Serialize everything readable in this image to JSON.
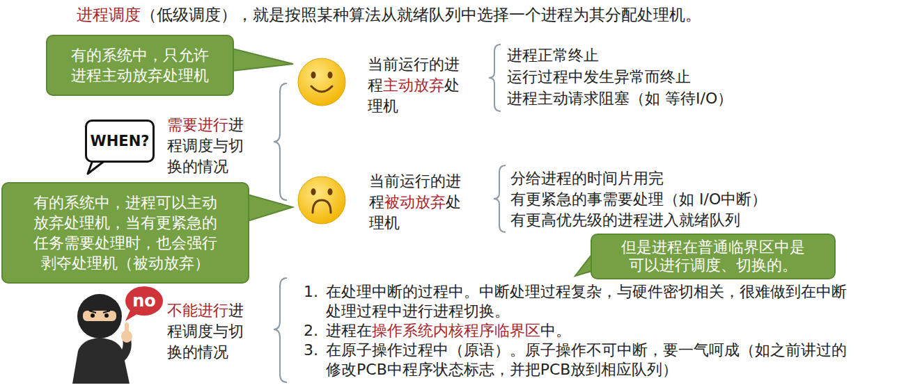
{
  "diagram": {
    "nodes": [
      {
        "text": [
          "有的系统中，只允许进程主动放弃处理机"
        ]
      },
      {
        "text": [
          "WHEN?"
        ]
      },
      {
        "text": [
          "有的系统中，进程可以主动放弃处理机，当有更紧急的任务需要处理时，也会强行剥夺处理机（被动放弃）"
        ]
      },
      {
        "text": [
          "但是进程在普通临界区中是可以进行调度、切换的。"
        ]
      },
      {
        "text": [
          "no"
        ]
      }
    ],
    "labels": [
      "进程调度",
      "（低级调度），就是按照某种算法从就绪队列中选择一个进程为其分配处理机。",
      "当前运行的进程",
      "主动放弃",
      "处理机",
      "进程正常终止",
      "运行过程中发生异常而终止",
      "进程主动请求阻塞（如 等待I/O）",
      "需要进行",
      "进程调度与切换的情况",
      "当前运行的进程",
      "被动放弃",
      "处理机",
      "分给进程的时间片用完",
      "有更紧急的事需要处理（如 I/O中断）",
      "有更高优先级的进程进入就绪队列",
      "不能进行",
      "进程调度与切换的情况",
      "1.",
      "在处理中断的过程中。中断处理过程复杂，与硬件密切相关，很难做到在中断处理过程中进行进程切换。",
      "2.",
      "进程在",
      "操作系统内核程序临界区",
      "中。",
      "3.",
      "在原子操作过程中（原语）。原子操作不可中断，要一气呵成（如之前讲过的修改PCB中程序状态标志，并把PCB放到相应队列）"
    ]
  }
}
